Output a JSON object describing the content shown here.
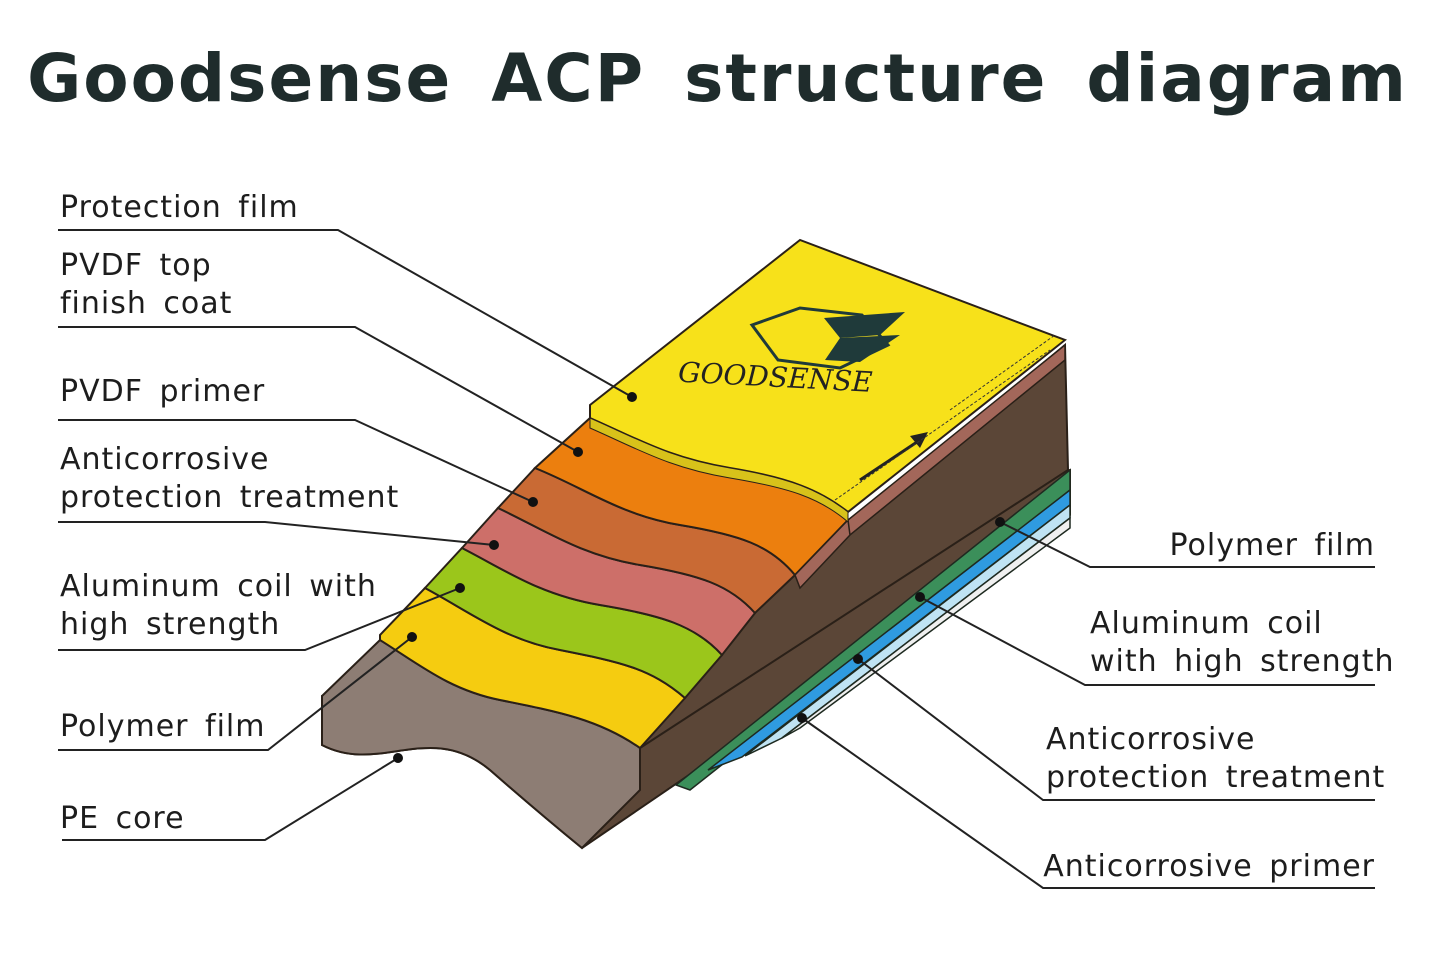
{
  "title": "Goodsense ACP structure diagram",
  "brand": {
    "logo_text": "GOODSENSE"
  },
  "left_labels": [
    "Protection film",
    "PVDF top\nfinish coat",
    "PVDF primer",
    "Anticorrosive\nprotection treatment",
    "Aluminum coil with\nhigh strength",
    "Polymer film",
    "PE core"
  ],
  "right_labels": [
    "Polymer film",
    "Aluminum coil\nwith high strength",
    "Anticorrosive\nprotection treatment",
    "Anticorrosive primer"
  ],
  "colors": {
    "protection_film": "#f7e11a",
    "pvdf_top": "#ec7f0e",
    "pvdf_primer": "#c96a34",
    "anticorrosive": "#cd6f69",
    "aluminum_green": "#9bc61b",
    "polymer_yellow": "#f5cc10",
    "pe_core": "#8b7b72",
    "side_dark": "#5b4637",
    "leader": "#222222"
  }
}
